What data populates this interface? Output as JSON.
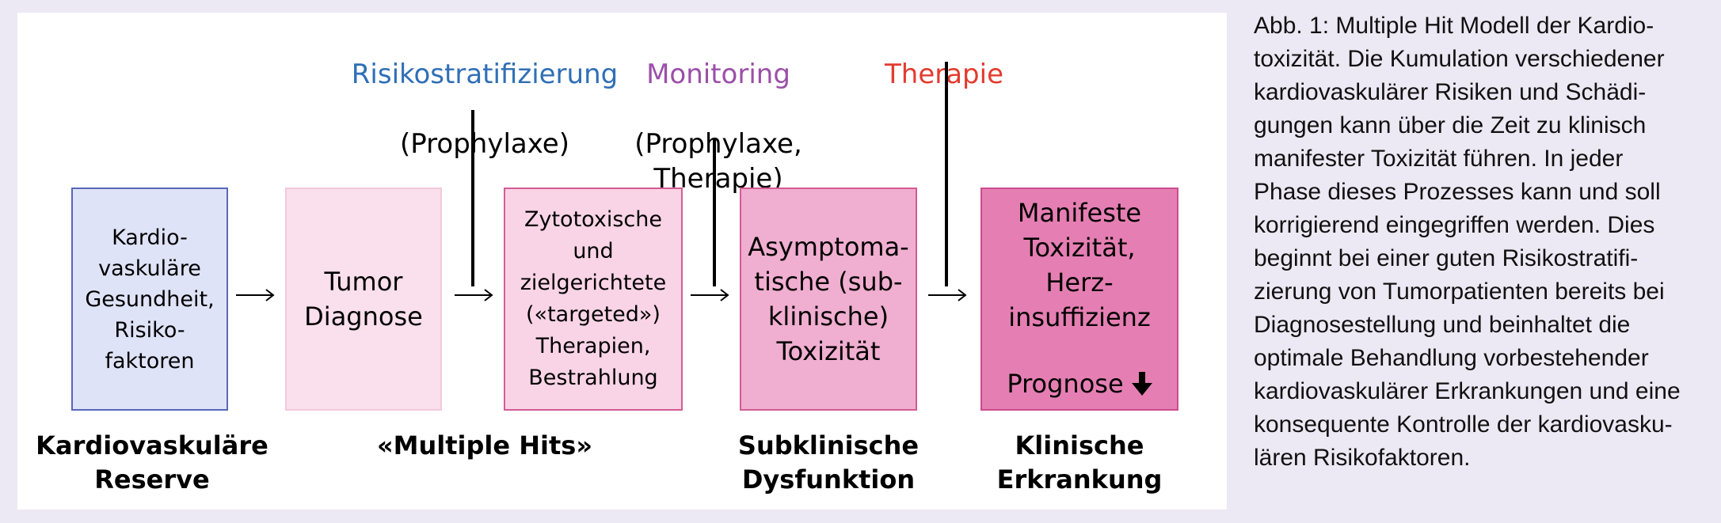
{
  "colors": {
    "background": "#ece9f4",
    "panel": "#ffffff",
    "box1_fill": "#dfe3f7",
    "box1_border": "#5867b8",
    "box2_fill": "#fadfec",
    "box2_border": "#f3c9dc",
    "box3_fill": "#f9d4e6",
    "box3_border": "#d45c94",
    "box4_fill": "#f0aed0",
    "box4_border": "#d45c94",
    "box5_fill": "#e57fb3",
    "box5_border": "#cc4c8d",
    "risk_label": "#2f6fb6",
    "monitoring_label": "#9b4fa8",
    "therapy_label": "#e33b2f"
  },
  "top_labels": {
    "risk": {
      "head": "Risikostratifizierung",
      "sub": "(Prophylaxe)"
    },
    "monitoring": {
      "head": "Monitoring",
      "sub": "(Prophylaxe,\nTherapie)"
    },
    "therapy": {
      "head": "Therapie"
    }
  },
  "boxes": {
    "box1": "Kardio-\nvaskuläre\nGesundheit,\nRisiko-\nfaktoren",
    "box2": "Tumor\nDiagnose",
    "box3": "Zytotoxische\nund\nzielgerichtete\n(«targeted»)\nTherapien,\nBestrahlung",
    "box4": "Asymptoma-\ntische (sub-\nklinische)\nToxizität",
    "box5_main": "Manifeste\nToxizität,\nHerz-\ninsuffizienz",
    "box5_prognosis": "Prognose",
    "box5_prognosis_icon": "arrow-down-icon"
  },
  "bottom_labels": {
    "reserve": "Kardiovaskuläre\nReserve",
    "hits": "«Multiple Hits»",
    "subclinical": "Subklinische\nDysfunktion",
    "clinical": "Klinische\nErkrankung"
  },
  "caption": "Abb. 1: Multiple Hit Modell der Kardio-\ntoxizität. Die Kumulation verschiedener\nkardiovaskulärer Risiken und Schädi-\ngungen kann über die Zeit zu klinisch\nmanifester Toxizität führen. In jeder\nPhase dieses Prozesses kann und soll\nkorrigierend eingegriffen werden. Dies\nbeginnt bei einer guten Risikostratifi-\nzierung von Tumorpatienten bereits bei\nDiagnosestellung und beinhaltet die\noptimale Behandlung vorbestehender\nkardiovaskulärer Erkrankungen und eine\nkonsequente Kontrolle der kardiovasku-\nlären Risikofaktoren."
}
